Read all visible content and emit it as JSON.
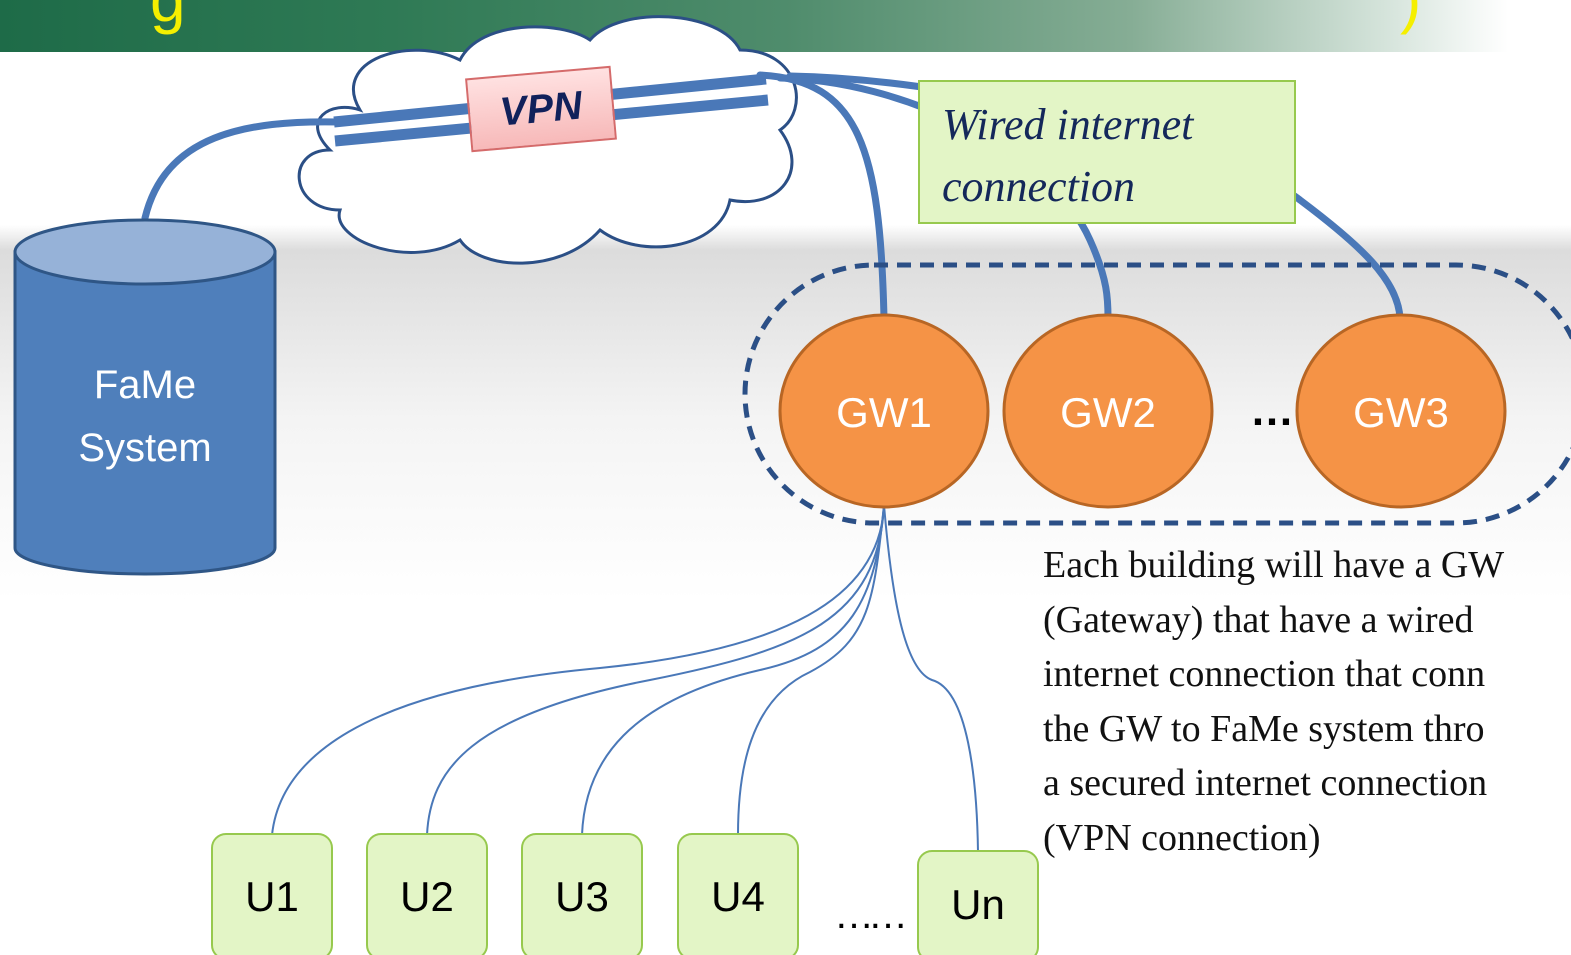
{
  "banner": {
    "title_fragment": "g",
    "title_tail": ")"
  },
  "vpn_label": "VPN",
  "wired_label_line1": "Wired internet",
  "wired_label_line2": "connection",
  "database_line1": "FaMe",
  "database_line2": "System",
  "gateways": [
    "GW1",
    "GW2",
    "GW3"
  ],
  "gateway_ellipsis": "…",
  "users": [
    "U1",
    "U2",
    "U3",
    "U4",
    "Un"
  ],
  "users_ellipsis": "……",
  "description": "Each building will have a GW\n(Gateway) that have a wired\ninternet connection that conn\nthe GW to FaMe system thro\na secured internet connection\n(VPN connection)",
  "colors": {
    "line": "#4a78b8",
    "gateway_fill": "#f59346",
    "gateway_stroke": "#b86624",
    "user_fill": "#e3f5c6",
    "user_stroke": "#97c94e",
    "database_fill": "#4f7fbb",
    "database_top": "#96b2d8",
    "database_stroke": "#2f5686"
  }
}
